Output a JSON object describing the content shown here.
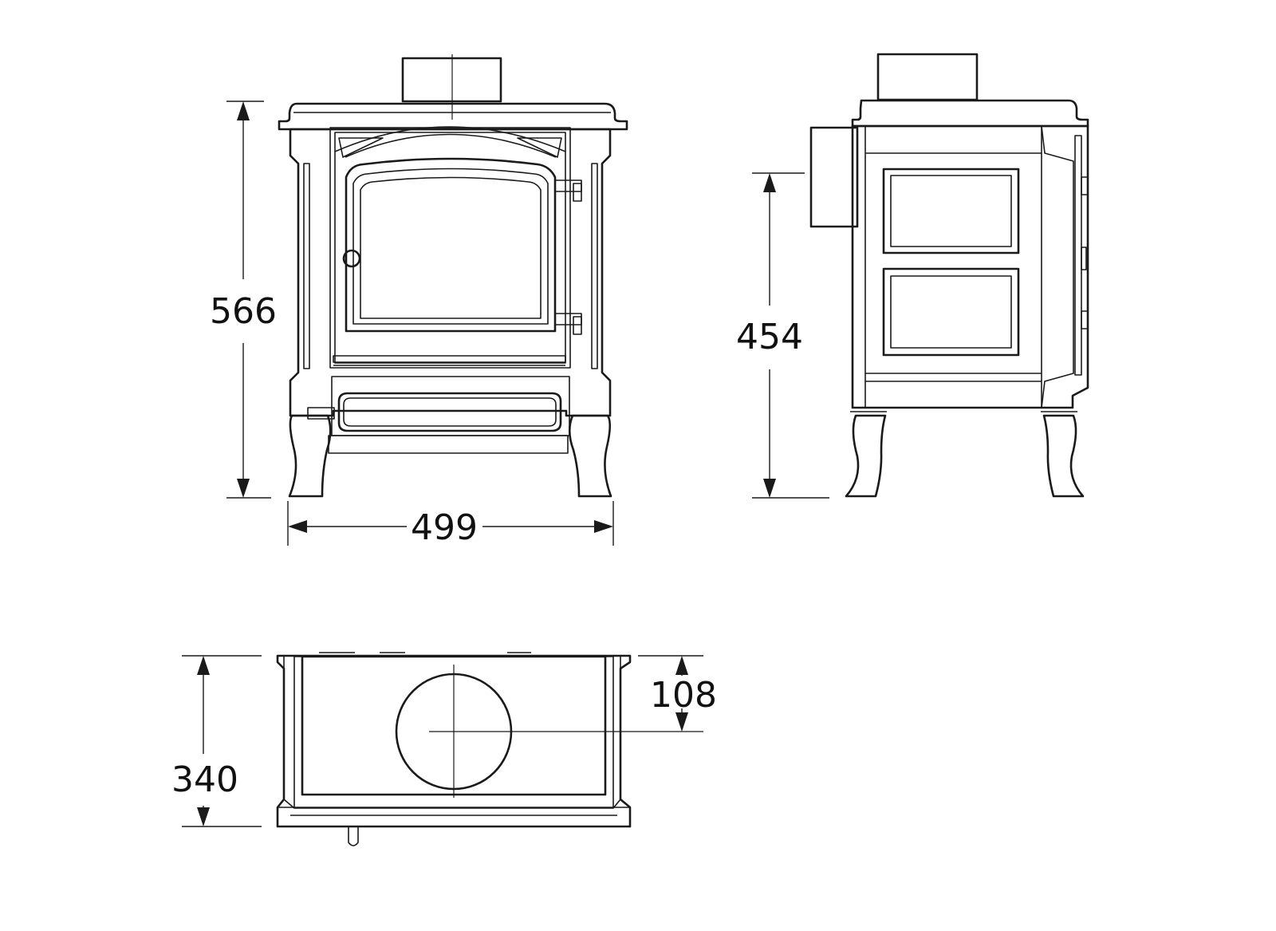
{
  "dimensions": {
    "front_height": "566",
    "front_width": "499",
    "side_height": "454",
    "plan_depth": "340",
    "flue_offset": "108"
  }
}
